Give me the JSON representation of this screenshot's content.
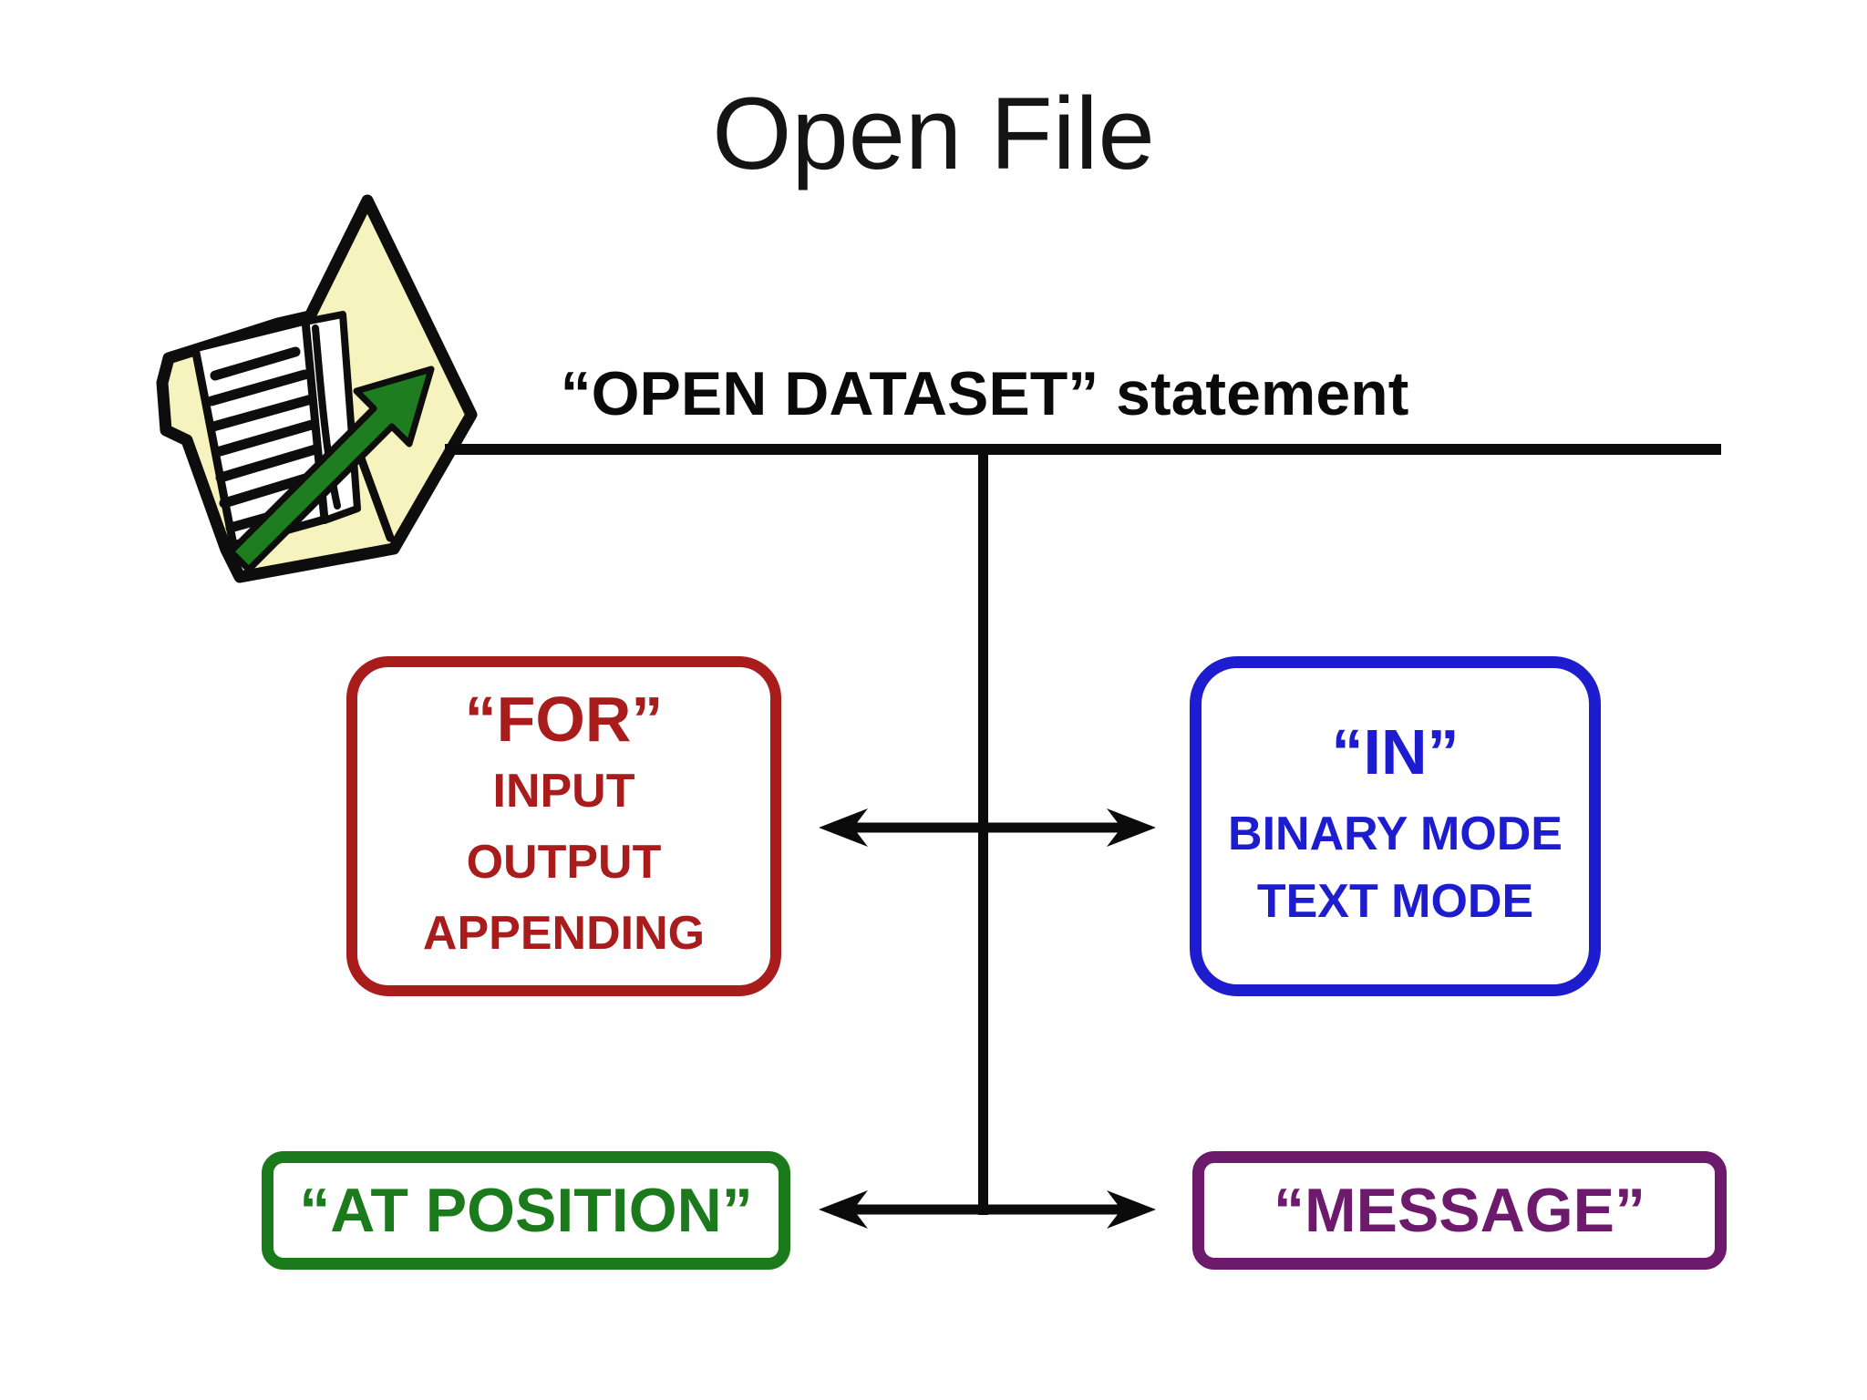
{
  "slide": {
    "title": "Open File",
    "statement_label": "“OPEN DATASET” statement"
  },
  "boxes": {
    "for_box": {
      "title": "“FOR”",
      "items": [
        "INPUT",
        "OUTPUT",
        "APPENDING"
      ]
    },
    "in_box": {
      "title": "“IN”",
      "items": [
        "BINARY MODE",
        "TEXT MODE"
      ]
    },
    "at_position_box": {
      "label": "“AT POSITION”"
    },
    "message_box": {
      "label": "“MESSAGE”"
    }
  },
  "icons": {
    "open_file_clipart": "open-folder-document-with-green-up-arrow"
  },
  "colors": {
    "for_red": "#A81C1C",
    "in_blue": "#1D1DCF",
    "at_position_green": "#1B7A1B",
    "message_purple": "#6D1A6D",
    "line_black": "#0B0B0B",
    "folder_cream": "#F7F3BE",
    "page_white": "#FFFFFF",
    "arrow_green": "#1E7D1E",
    "outline_black": "#0D0D0D",
    "background": "#FFFFFF"
  }
}
